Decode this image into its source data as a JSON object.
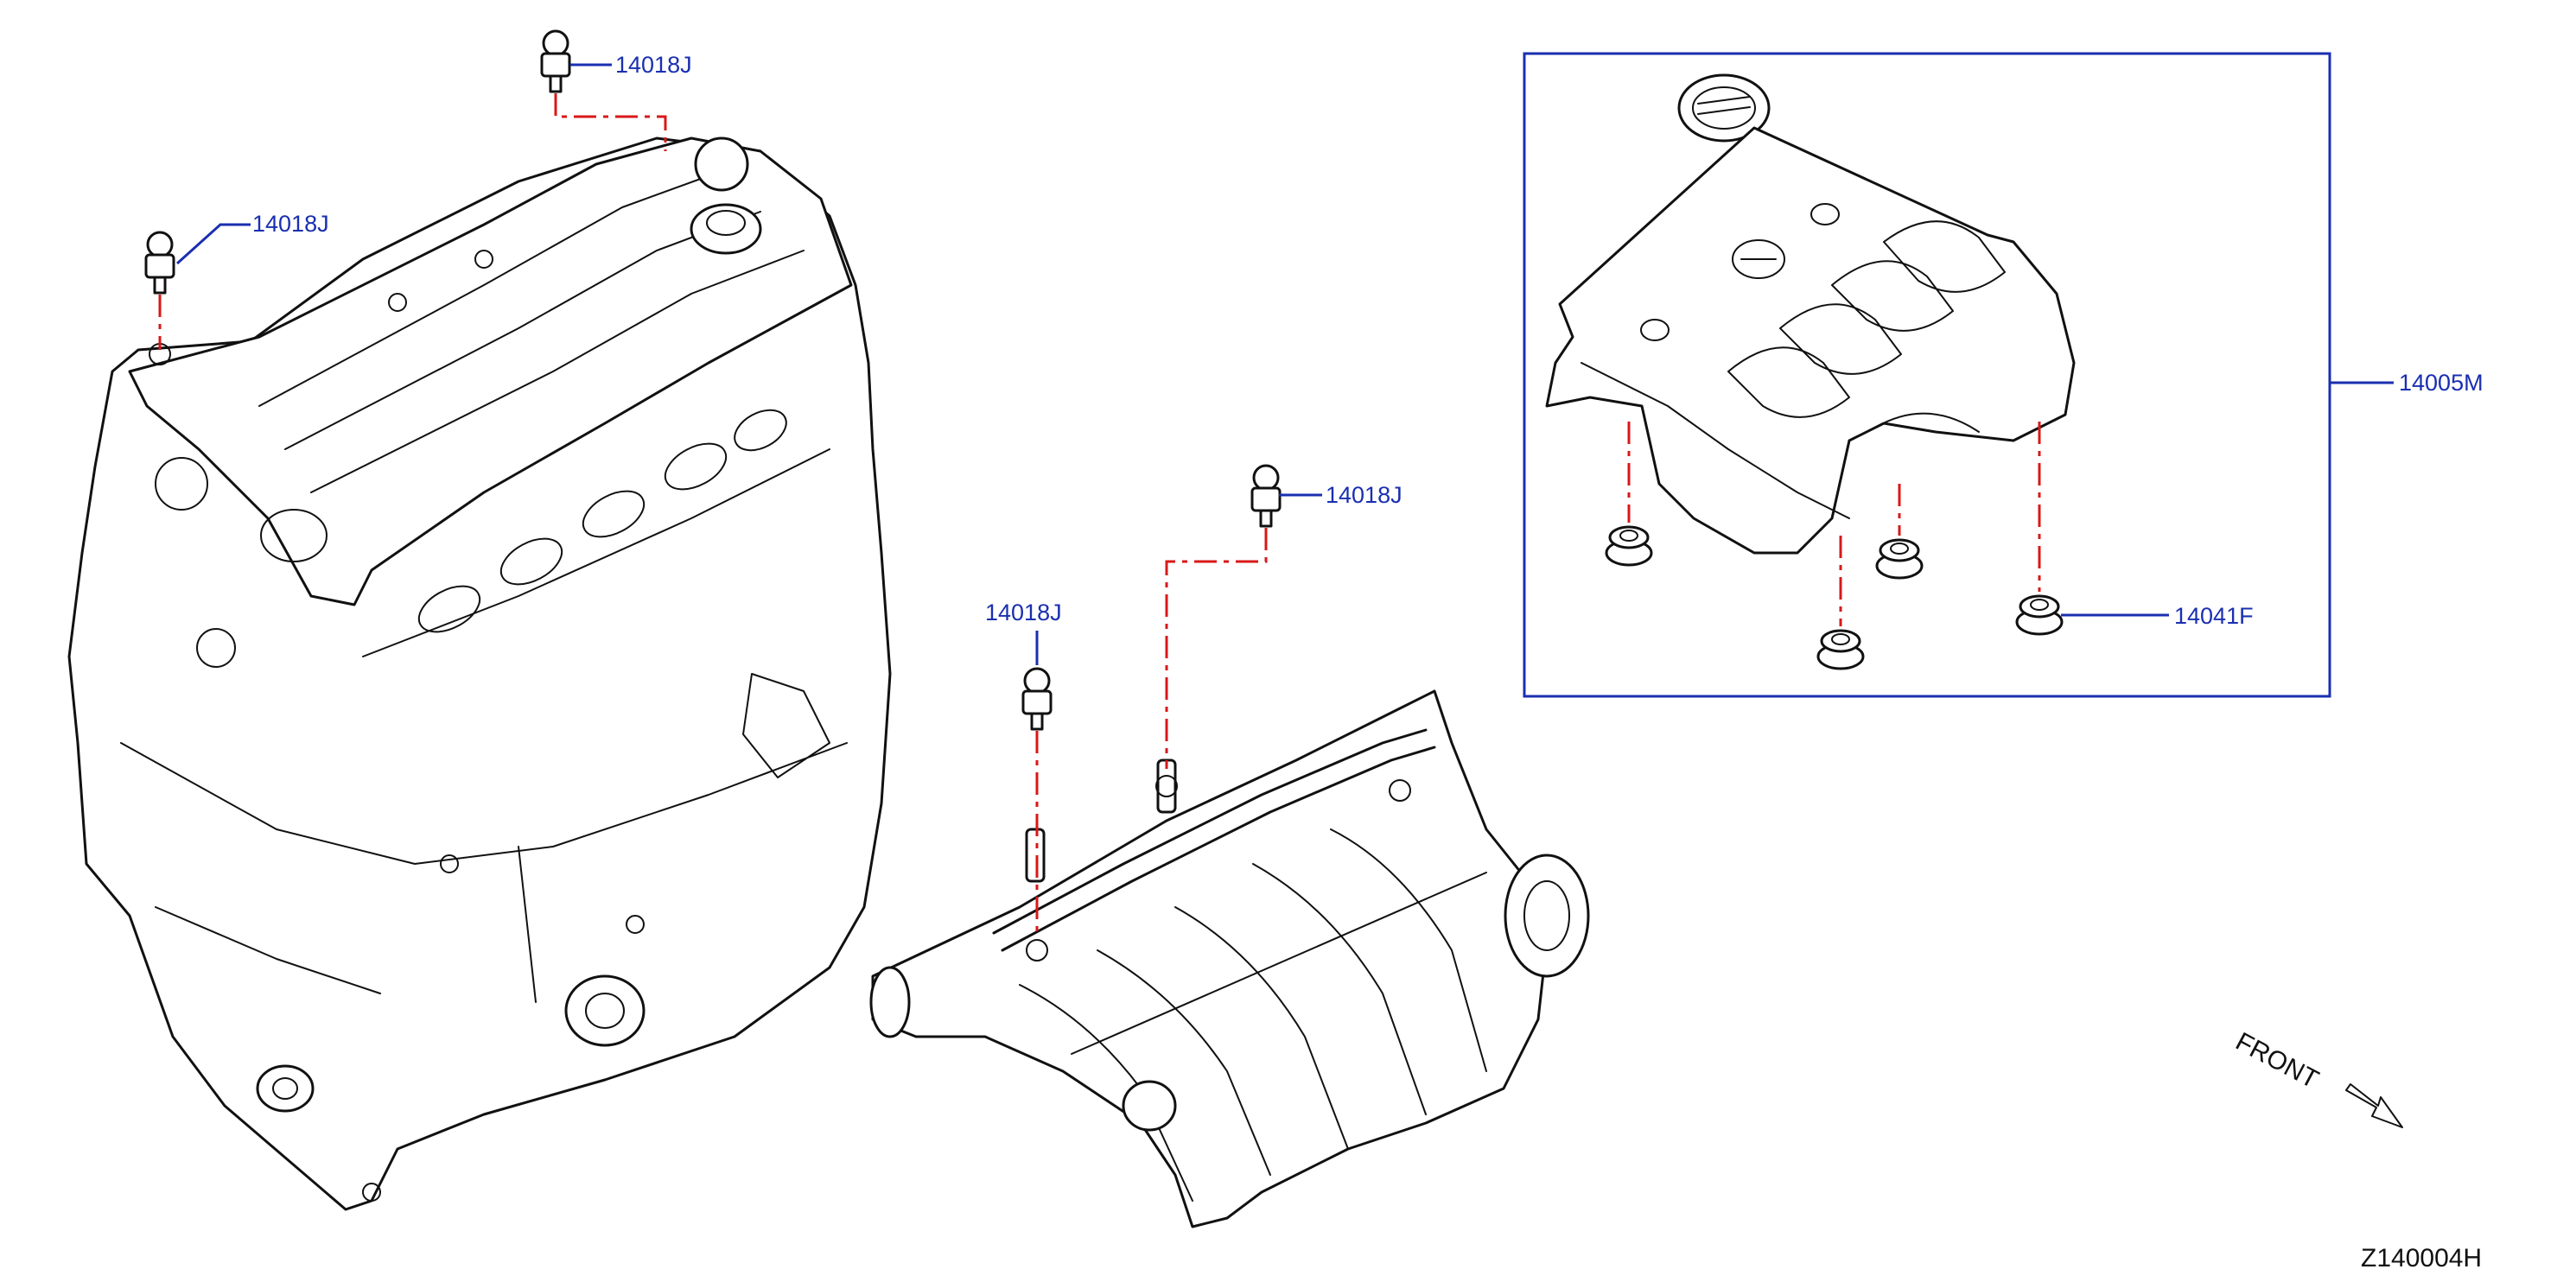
{
  "diagram": {
    "callouts": [
      {
        "id": "bolt-top",
        "label": "14018J"
      },
      {
        "id": "bolt-left",
        "label": "14018J"
      },
      {
        "id": "bolt-right",
        "label": "14018J"
      },
      {
        "id": "bolt-mid",
        "label": "14018J"
      },
      {
        "id": "cover",
        "label": "14005M"
      },
      {
        "id": "grommet",
        "label": "14041F"
      }
    ],
    "front_label": "FRONT",
    "drawing_id": "Z140004H",
    "colors": {
      "callout": "#1a2fb0",
      "dash": "#d81818",
      "line": "#111111"
    }
  }
}
